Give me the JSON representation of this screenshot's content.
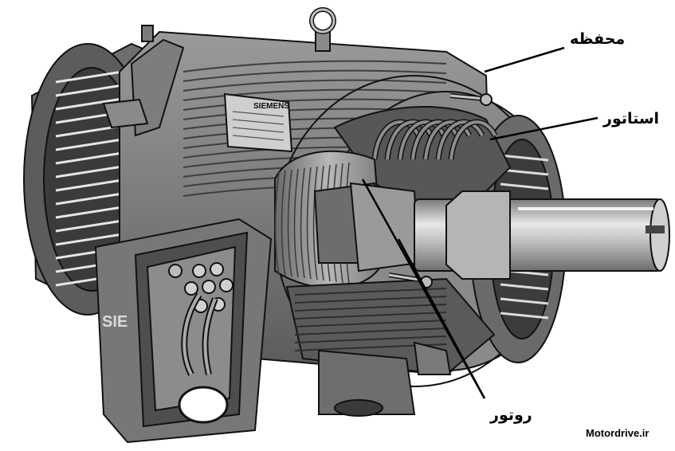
{
  "labels": {
    "housing": "محفظه",
    "stator": "استاتور",
    "rotor": "روتور"
  },
  "nameplate_brand": "SIEMENS",
  "terminal_box_brand": "SIE",
  "credit": "Motordrive.ir",
  "colors": {
    "metal_dark": "#5e5e5e",
    "metal_mid": "#8c8c8c",
    "metal_light": "#c4c4c4",
    "outline": "#111111"
  }
}
